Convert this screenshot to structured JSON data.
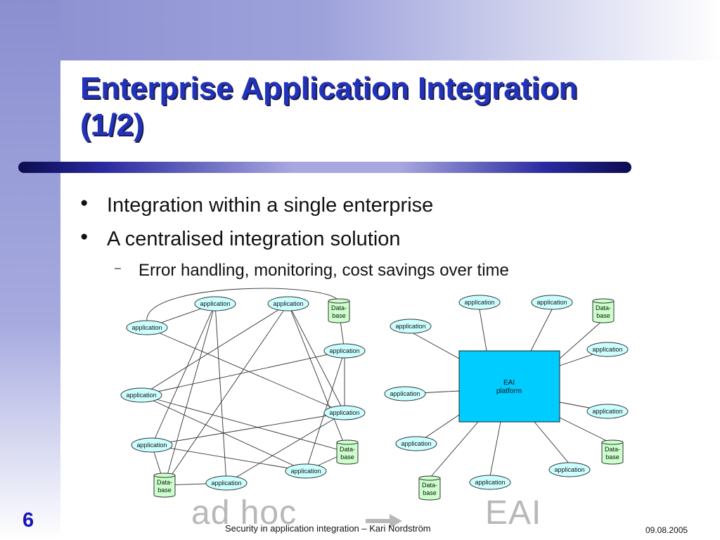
{
  "slide": {
    "title_line1": "Enterprise Application Integration",
    "title_line2": "(1/2)",
    "page_number": "6",
    "footer": "Security in application integration – Kari Nordström",
    "date": "09.08.2005"
  },
  "bullets": [
    "Integration within a single enterprise",
    "A centralised integration solution"
  ],
  "sub_bullet": "Error handling, monitoring, cost savings over time",
  "diagram": {
    "app_label": "application",
    "db_label_line1": "Data-",
    "db_label_line2": "base",
    "platform_line1": "EAI",
    "platform_line2": "platform",
    "caption_left": "ad hoc",
    "caption_right": "EAI"
  },
  "colors": {
    "title": "#2233bb",
    "app_fill": "#ccffff",
    "db_fill": "#ccffcc",
    "platform_fill": "#00ccff",
    "page_number": "#1414b8"
  }
}
